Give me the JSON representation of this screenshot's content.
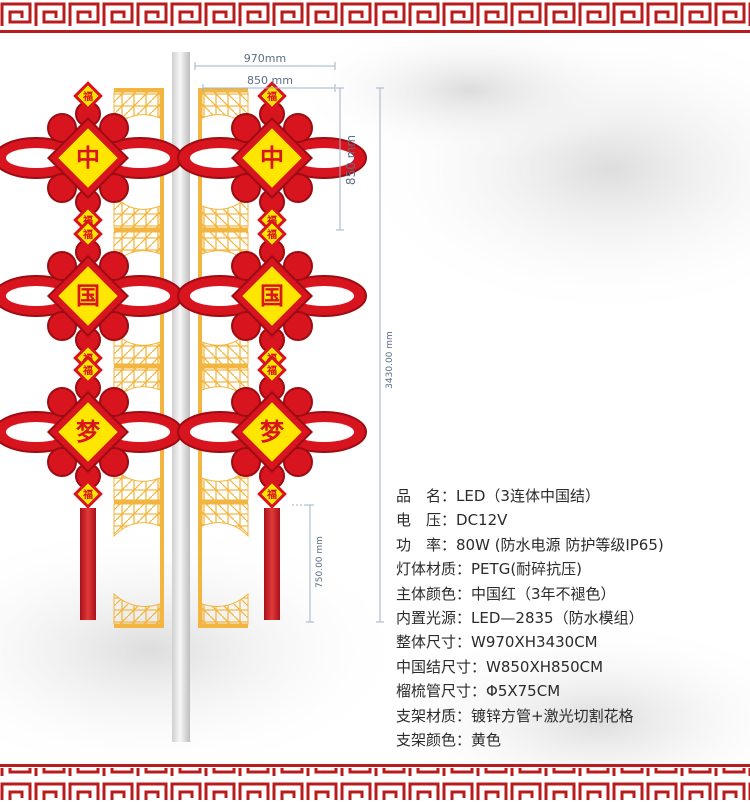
{
  "dimensions": {
    "overall_width": "970mm",
    "knot_width": "850 mm",
    "knot_height": "850 mm",
    "total_height": "3430.00 mm",
    "tube_length": "750.00 mm"
  },
  "knots": [
    {
      "character": "中",
      "fu": "福"
    },
    {
      "character": "国",
      "fu": "福"
    },
    {
      "character": "梦",
      "fu": "福"
    }
  ],
  "specs": [
    {
      "label": "品　名：",
      "value": "LED（3连体中国结）"
    },
    {
      "label": "电　压：",
      "value": "DC12V"
    },
    {
      "label": "功　率：",
      "value": "80W (防水电源 防护等级IP65)"
    },
    {
      "label": "灯体材质：",
      "value": "PETG(耐碎抗压)"
    },
    {
      "label": "主体颜色：",
      "value": "中国红（3年不褪色）"
    },
    {
      "label": "内置光源：",
      "value": "LED—2835（防水模组）"
    },
    {
      "label": "整体尺寸：",
      "value": "W970XH3430CM"
    },
    {
      "label": "中国结尺寸：",
      "value": "W850XH850CM"
    },
    {
      "label": "榴梳管尺寸：",
      "value": "Φ5X75CM"
    },
    {
      "label": "支架材质：",
      "value": "镀锌方管+激光切割花格"
    },
    {
      "label": "支架颜色：",
      "value": "黄色"
    }
  ],
  "colors": {
    "knot_red": "#d8141e",
    "knot_yellow": "#ffe600",
    "frame_gold": "#f2b640",
    "border_red": "#b81c1c",
    "pole_gray": "#e2e2e2"
  }
}
